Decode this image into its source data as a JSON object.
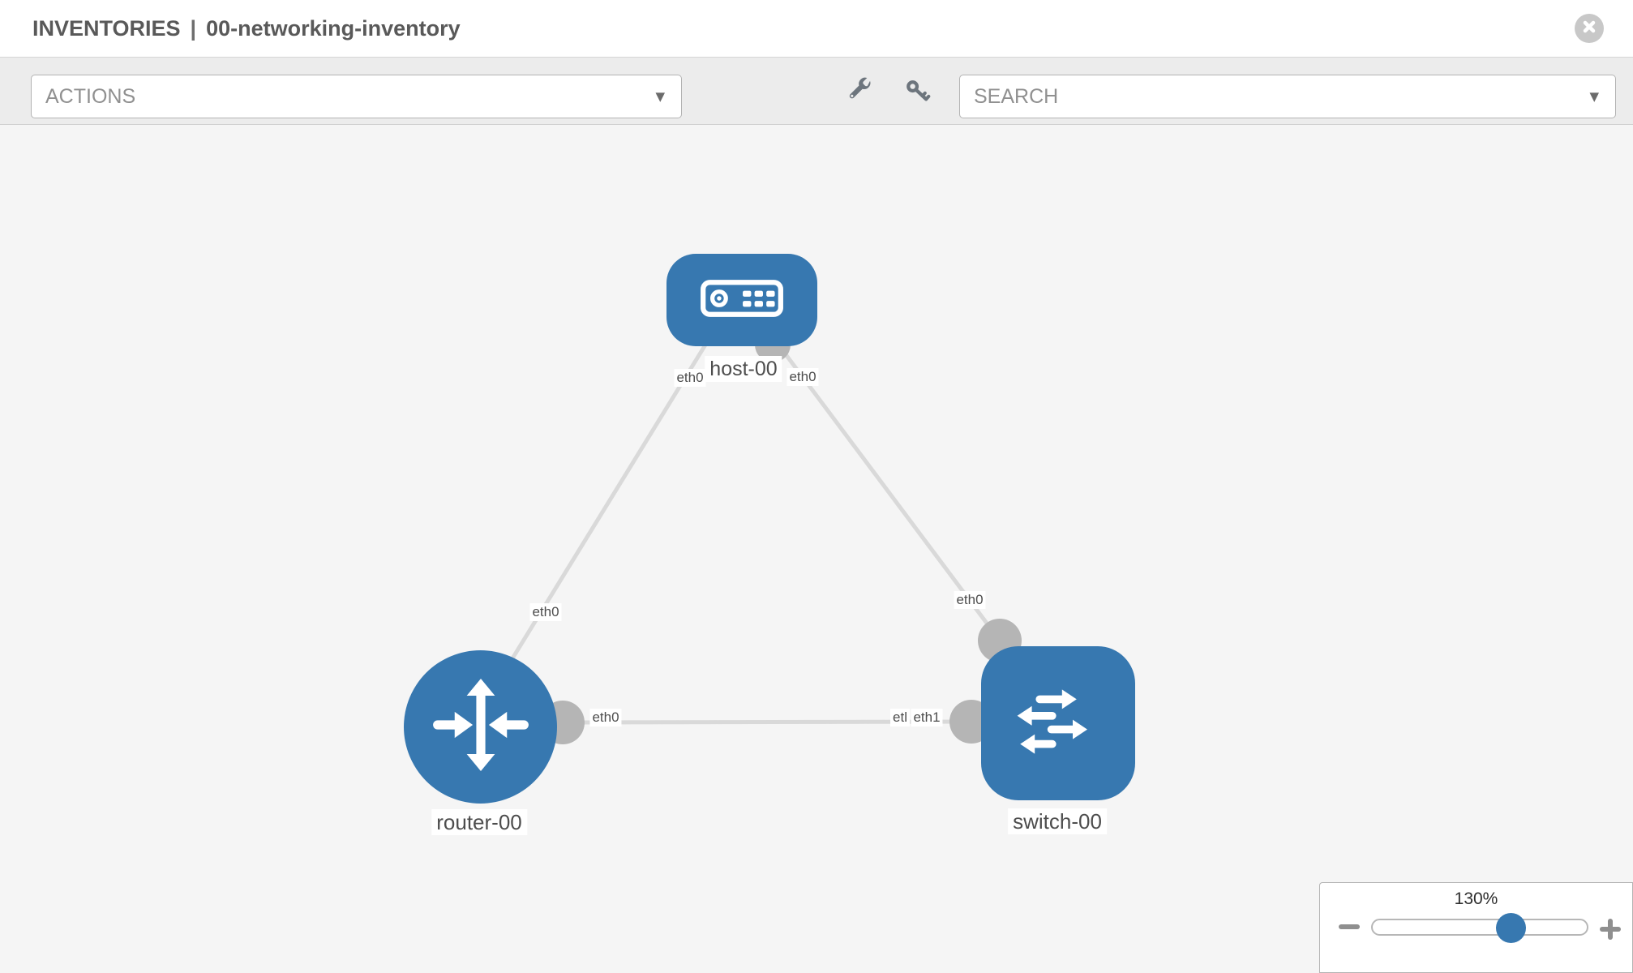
{
  "header": {
    "section": "INVENTORIES",
    "separator": "|",
    "inventory_name": "00-networking-inventory"
  },
  "icons": {
    "caret": "▼",
    "close": "x-in-circle",
    "wrench": "wrench",
    "key": "key"
  },
  "toolbar": {
    "actions_label": "ACTIONS",
    "search_placeholder": "SEARCH"
  },
  "topology": {
    "nodes": [
      {
        "id": "host-00",
        "type": "host",
        "label": "host-00"
      },
      {
        "id": "router-00",
        "type": "router",
        "label": "router-00"
      },
      {
        "id": "switch-00",
        "type": "switch",
        "label": "switch-00"
      }
    ],
    "links": [
      {
        "from": "host-00",
        "to": "router-00"
      },
      {
        "from": "host-00",
        "to": "switch-00"
      },
      {
        "from": "router-00",
        "to": "switch-00"
      }
    ],
    "interface_labels": [
      {
        "text": "eth0",
        "location": "host-bottom-left"
      },
      {
        "text": "eth0",
        "location": "host-bottom-right"
      },
      {
        "text": "eth0",
        "location": "host-router-link-router-end"
      },
      {
        "text": "eth0",
        "location": "host-switch-link-switch-end"
      },
      {
        "text": "eth0",
        "location": "router-switch-link-router-end"
      },
      {
        "text": "etl",
        "location": "router-switch-link-switch-end-clipped"
      },
      {
        "text": "eth1",
        "location": "router-switch-link-switch-end"
      }
    ]
  },
  "zoom_control": {
    "level": "130%"
  },
  "colors": {
    "node_blue": "#3778b0",
    "connector_gray": "#b5b5b5",
    "link_gray": "#d9d9d9",
    "canvas_bg": "#f5f5f5",
    "toolbar_bg": "#ececec"
  }
}
